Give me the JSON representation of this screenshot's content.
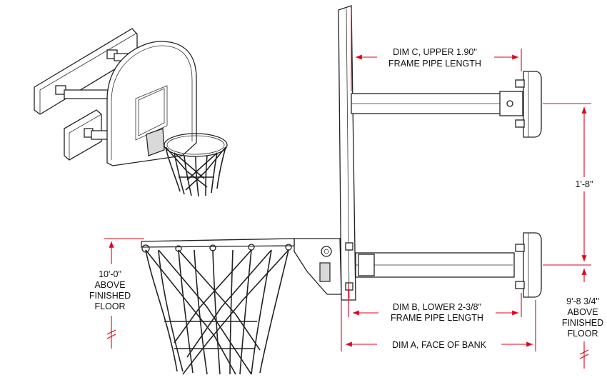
{
  "colors": {
    "dimension": "#e0001b",
    "line": "#222222"
  },
  "labels": {
    "dim_c_line1": "DIM C, UPPER 1.90\"",
    "dim_c_line2": "FRAME PIPE LENGTH",
    "dim_b_line1": "DIM B, LOWER 2-3/8\"",
    "dim_b_line2": "FRAME PIPE LENGTH",
    "dim_a": "DIM A, FACE OF BANK",
    "vertical_spacing": "1'-8\"",
    "rim_height": [
      "10'-0\"",
      "ABOVE",
      "FINISHED",
      "FLOOR"
    ],
    "lower_mount_height": [
      "9'-8 3/4\"",
      "ABOVE",
      "FINISHED",
      "FLOOR"
    ]
  }
}
